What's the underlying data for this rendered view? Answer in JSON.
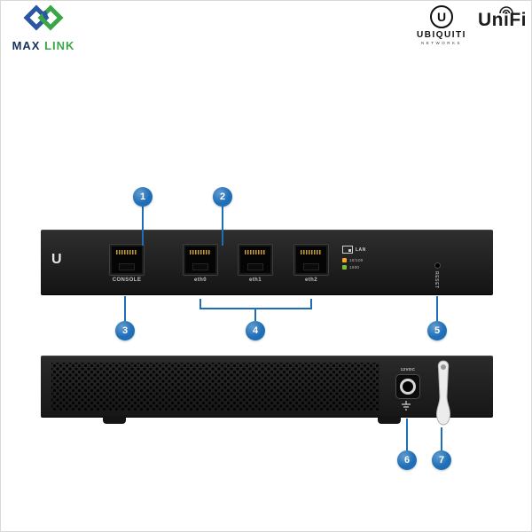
{
  "colors": {
    "accent": "#1f6fb8",
    "led_10_100": "#f6a821",
    "led_1000": "#7ac02c"
  },
  "logos": {
    "maxlink": {
      "word1": "MAX",
      "word2": "LINK"
    },
    "ubiquiti": {
      "initial": "U",
      "name": "UBIQUITI",
      "subtitle": "NETWORKS"
    },
    "unifi": {
      "name": "UniFi"
    }
  },
  "front_panel": {
    "brand_initial": "U",
    "console_label": "CONSOLE",
    "ports": [
      {
        "label": "eth0"
      },
      {
        "label": "eth1"
      },
      {
        "label": "eth2"
      }
    ],
    "led_legend": {
      "lan_label": "LAN",
      "rows": [
        {
          "label": "10/100"
        },
        {
          "label": "1000"
        }
      ]
    },
    "reset_label": "RESET"
  },
  "back_panel": {
    "power_label": "12VDC"
  },
  "callouts": [
    {
      "n": "1"
    },
    {
      "n": "2"
    },
    {
      "n": "3"
    },
    {
      "n": "4"
    },
    {
      "n": "5"
    },
    {
      "n": "6"
    },
    {
      "n": "7"
    }
  ]
}
